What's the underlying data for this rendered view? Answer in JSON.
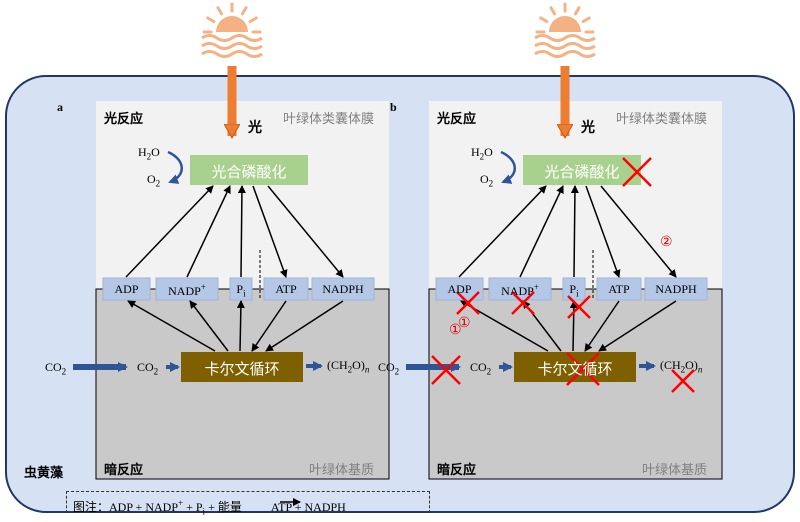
{
  "outer": {
    "organism_label": "虫黄藻"
  },
  "panels": [
    {
      "id": "a",
      "panel_letter": "a",
      "light_reaction_label": "光反应",
      "membrane_label": "叶绿体类囊体膜",
      "dark_reaction_label": "暗反应",
      "stroma_label": "叶绿体基质",
      "light_label": "光",
      "photophos_label": "光合磷酸化",
      "calvin_label": "卡尔文循环",
      "molecules": [
        "ADP",
        "NADP",
        "P",
        "ATP",
        "NADPH"
      ],
      "nadp_sup": "+",
      "pi_sub": "i",
      "h2o": "H",
      "h2o_sub": "2",
      "h2o_end": "O",
      "o2": "O",
      "o2_sub": "2",
      "co2_out": "CO",
      "co2_out_sub": "2",
      "co2_in": "CO",
      "co2_in_sub": "2",
      "product": "(CH",
      "product_sub": "2",
      "product_end": "O)",
      "product_n": "n"
    },
    {
      "id": "b",
      "panel_letter": "b",
      "light_reaction_label": "光反应",
      "membrane_label": "叶绿体类囊体膜",
      "dark_reaction_label": "暗反应",
      "stroma_label": "叶绿体基质",
      "light_label": "光",
      "photophos_label": "光合磷酸化",
      "calvin_label": "卡尔文循环",
      "molecules": [
        "ADP",
        "NADP",
        "P",
        "ATP",
        "NADPH"
      ],
      "nadp_sup": "+",
      "pi_sub": "i",
      "h2o": "H",
      "h2o_sub": "2",
      "h2o_end": "O",
      "o2": "O",
      "o2_sub": "2",
      "co2_out": "CO",
      "co2_out_sub": "2",
      "co2_in": "CO",
      "co2_in_sub": "2",
      "product": "(CH",
      "product_sub": "2",
      "product_end": "O)",
      "product_n": "n",
      "marker_1": "①",
      "marker_2": "②"
    }
  ],
  "legend": {
    "prefix": "图注：ADP + NADP",
    "sup": "+",
    "mid": " + P",
    "sub": "i",
    "tail": " + 能量",
    "result": " ATP + NADPH"
  },
  "colors": {
    "outer_fill": "#d6e1f3",
    "outer_stroke": "#1f3864",
    "sun": "#f4b183",
    "light_arrow": "#ed7d31",
    "cross": "#ff0000",
    "co2_arrow": "#2f5597"
  }
}
